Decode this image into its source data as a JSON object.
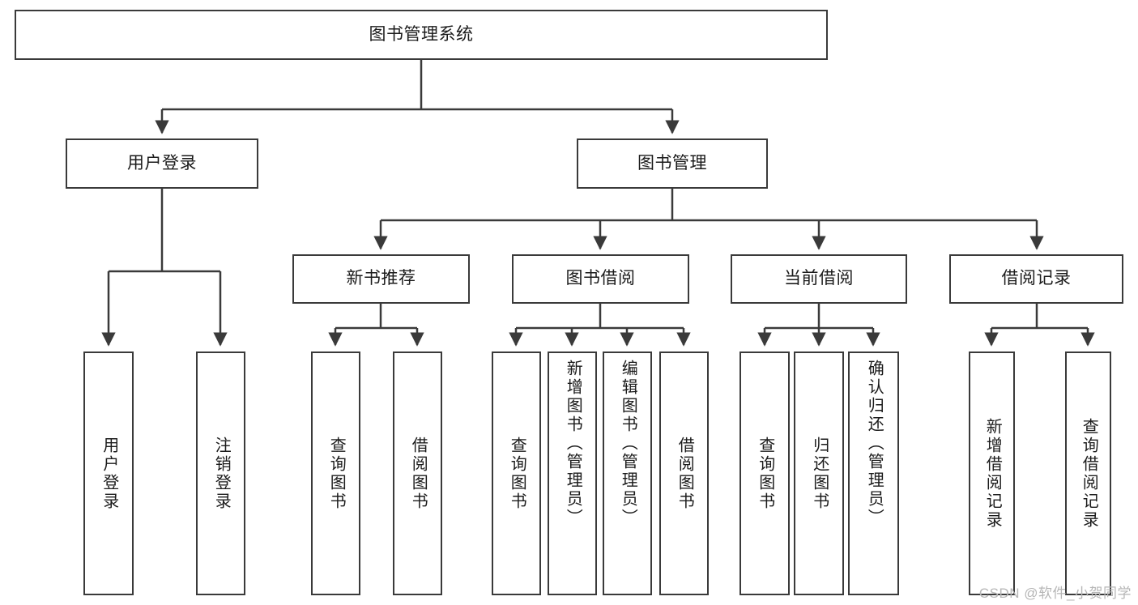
{
  "diagram": {
    "title": "图书管理系统",
    "type": "tree",
    "colors": {
      "background": "#ffffff",
      "node_border": "#3a3a3a",
      "node_fill": "#ffffff",
      "edge": "#3a3a3a",
      "text": "#1b1b1b",
      "watermark": "#b6b6b6"
    },
    "levels": [
      {
        "level": 0,
        "nodes": [
          {
            "id": "root",
            "label": "图书管理系统"
          }
        ]
      },
      {
        "level": 1,
        "nodes": [
          {
            "id": "login",
            "label": "用户登录"
          },
          {
            "id": "bookmgmt",
            "label": "图书管理"
          }
        ]
      },
      {
        "level": 2,
        "nodes": [
          {
            "id": "newbook",
            "label": "新书推荐"
          },
          {
            "id": "borrow",
            "label": "图书借阅"
          },
          {
            "id": "current",
            "label": "当前借阅"
          },
          {
            "id": "records",
            "label": "借阅记录"
          }
        ]
      },
      {
        "level": 3,
        "nodes": [
          {
            "id": "leaf1",
            "label": "用户登录"
          },
          {
            "id": "leaf2",
            "label": "注销登录"
          },
          {
            "id": "leaf3",
            "label": "查询图书"
          },
          {
            "id": "leaf4",
            "label": "借阅图书"
          },
          {
            "id": "leaf5",
            "label": "查询图书"
          },
          {
            "id": "leaf6",
            "label": "新增图书（管理员）"
          },
          {
            "id": "leaf7",
            "label": "编辑图书（管理员）"
          },
          {
            "id": "leaf8",
            "label": "借阅图书"
          },
          {
            "id": "leaf9",
            "label": "查询图书"
          },
          {
            "id": "leaf10",
            "label": "归还图书"
          },
          {
            "id": "leaf11",
            "label": "确认归还（管理员）"
          },
          {
            "id": "leaf12",
            "label": "新增借阅记录"
          },
          {
            "id": "leaf13",
            "label": "查询借阅记录"
          }
        ]
      }
    ],
    "edges": [
      {
        "from": "root",
        "to": "login"
      },
      {
        "from": "root",
        "to": "bookmgmt"
      },
      {
        "from": "login",
        "to": "leaf1"
      },
      {
        "from": "login",
        "to": "leaf2"
      },
      {
        "from": "bookmgmt",
        "to": "newbook"
      },
      {
        "from": "bookmgmt",
        "to": "borrow"
      },
      {
        "from": "bookmgmt",
        "to": "current"
      },
      {
        "from": "bookmgmt",
        "to": "records"
      },
      {
        "from": "newbook",
        "to": "leaf3"
      },
      {
        "from": "newbook",
        "to": "leaf4"
      },
      {
        "from": "borrow",
        "to": "leaf5"
      },
      {
        "from": "borrow",
        "to": "leaf6"
      },
      {
        "from": "borrow",
        "to": "leaf7"
      },
      {
        "from": "borrow",
        "to": "leaf8"
      },
      {
        "from": "current",
        "to": "leaf9"
      },
      {
        "from": "current",
        "to": "leaf10"
      },
      {
        "from": "current",
        "to": "leaf11"
      },
      {
        "from": "records",
        "to": "leaf12"
      },
      {
        "from": "records",
        "to": "leaf13"
      }
    ]
  },
  "watermark": {
    "text": "CSDN @软件_小贺同学"
  }
}
